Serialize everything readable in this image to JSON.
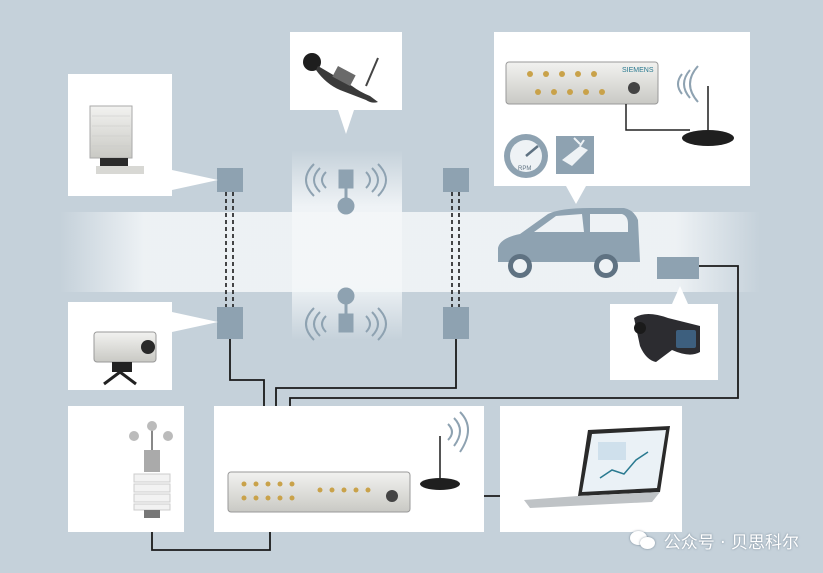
{
  "watermark": {
    "text": "公众号 · 贝思科尔",
    "icon": "wechat-icon"
  },
  "colors": {
    "background": "#c5d1da",
    "sensor_box": "#8ea2b1",
    "vehicle": "#8ea2b1",
    "wire": "#1a1a1a",
    "panel": "#ffffff"
  },
  "devices": {
    "solar_sensor": "solar-radiation-sensor",
    "sound_meter": "sound-level-meter",
    "daq_top": "data-acquisition-module",
    "gps_antenna": "gps-antenna",
    "speed_gauge": "rpm-gauge-icon",
    "steering_icon": "steering-force-icon",
    "camera": "thermal-camera",
    "imu_box": "inertial-sensor-box",
    "thermal_gun": "infrared-thermometer",
    "weather_station": "anemometer-weather-station",
    "daq_main": "main-data-acquisition-unit",
    "laptop": "laptop-analysis-software"
  },
  "gauge_label": "RPM",
  "daq_brand": "SIEMENS"
}
